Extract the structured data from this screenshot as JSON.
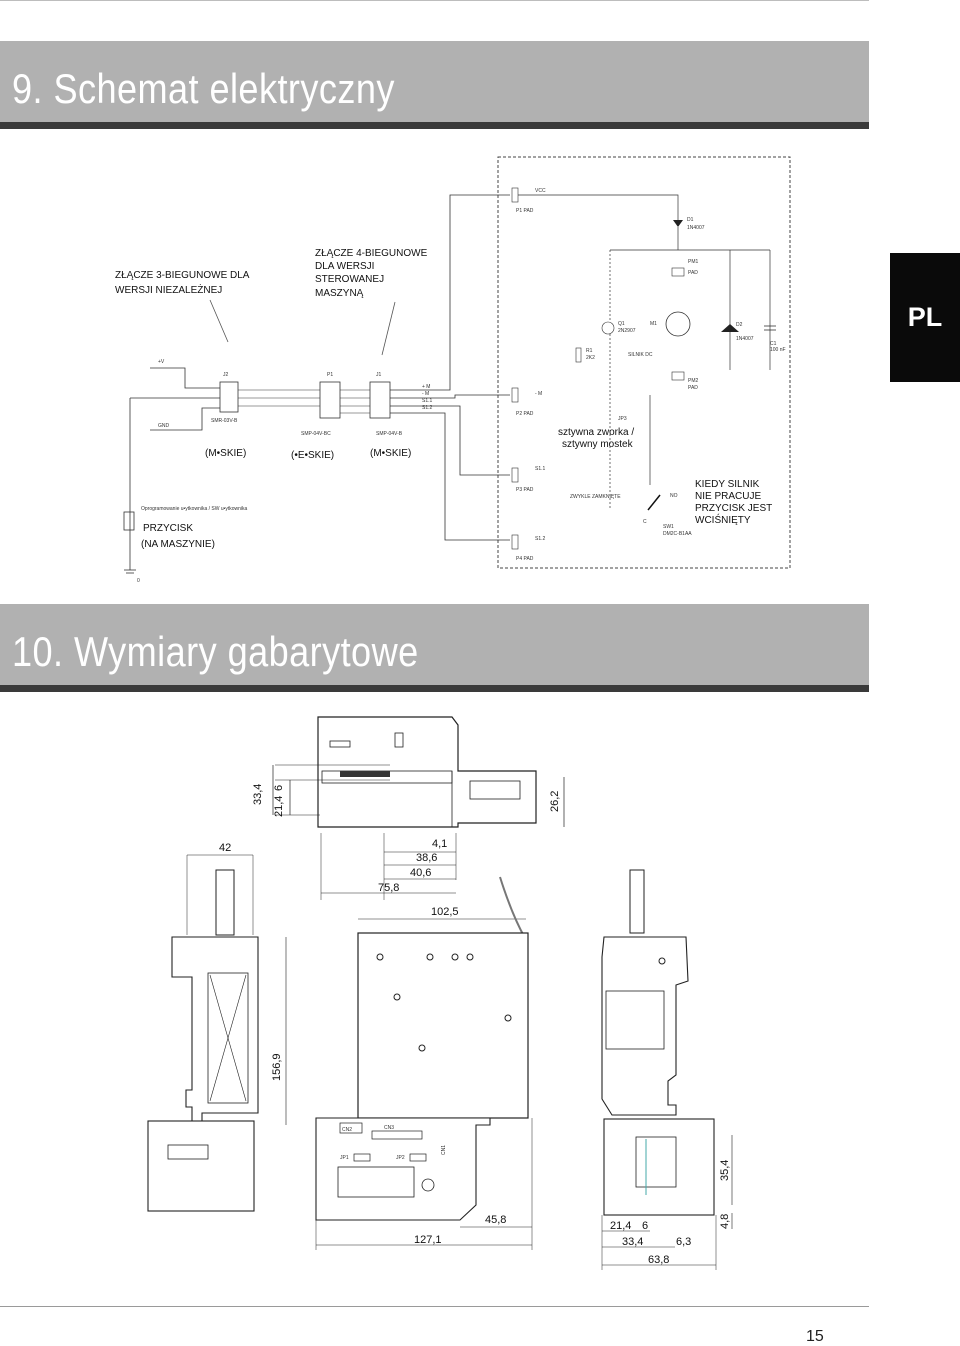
{
  "section9": {
    "title": "9. Schemat elektryczny"
  },
  "section10": {
    "title": "10. Wymiary gabarytowe"
  },
  "lang_tab": "PL",
  "page_number": "15",
  "schematic": {
    "label_3pin": [
      "ZŁĄCZE 3-BIEGUNOWE DLA",
      "WERSJI NIEZALEŻNEJ"
    ],
    "label_4pin": [
      "ZŁĄCZE 4-BIEGUNOWE",
      "DLA WERSJI",
      "STEROWANEJ",
      "MASZYNĄ"
    ],
    "plus_v": "+V",
    "gnd": "GND",
    "j2": "J2",
    "p1_conn": "P1",
    "j1": "J1",
    "j2_part": "SMR-03V-B",
    "p1_part": "SMP-04V-BC",
    "j1_part": "SMP-04V-B",
    "j2_gender": "(M•SKIE)",
    "p1_gender": "(•E•SKIE)",
    "j1_gender": "(M•SKIE)",
    "pins_j1": [
      "+ M",
      "- M",
      "S1.1",
      "S1.2"
    ],
    "software": "Oprogramowanie u•ytkownika / SW u•ytkownika",
    "button": [
      "PRZYCISK",
      "(NA MASZYNIE)"
    ],
    "ground_zero": "0",
    "vcc": "VCC",
    "pad_labels": [
      "P1  PAD",
      "P2  PAD",
      "P3  PAD",
      "P4  PAD"
    ],
    "minus_m": "- M",
    "s11": "S1.1",
    "s12": "S1.2",
    "d1": [
      "D1",
      "1N4007"
    ],
    "pm1": [
      "PM1",
      "PAD"
    ],
    "pm2": [
      "PM2",
      "PAD"
    ],
    "q1": [
      "Q1",
      "2N2907"
    ],
    "m1": "M1",
    "motor": "SILNIK DC",
    "d2": [
      "D2",
      "1N4007"
    ],
    "c1": [
      "C1",
      "100 nF"
    ],
    "r1": [
      "R1",
      "2K2"
    ],
    "jp3": "JP3",
    "jumper": [
      "sztywna zworka /",
      "sztywny mostek"
    ],
    "nc": "ZWYKLE ZAMKNIĘTE",
    "no": "NO",
    "c": "C",
    "sw1": [
      "SW1",
      "DM2C-B1AA"
    ],
    "motor_note": [
      "KIEDY SILNIK",
      "NIE PRACUJE",
      "PRZYCISK JEST",
      "WCIŚNIĘTY"
    ]
  },
  "dimensions": {
    "top": [
      "33,4",
      "21,4",
      "6",
      "26,2",
      "4,1",
      "38,6",
      "40,6",
      "75,8"
    ],
    "left": [
      "42",
      "156,9"
    ],
    "front": [
      "102,5",
      "CN2",
      "CN3",
      "JP1",
      "JP2",
      "CN1",
      "45,8",
      "127,1"
    ],
    "right": [
      "35,4",
      "4,8",
      "21,4",
      "6",
      "33,4",
      "6,3",
      "63,8"
    ]
  }
}
